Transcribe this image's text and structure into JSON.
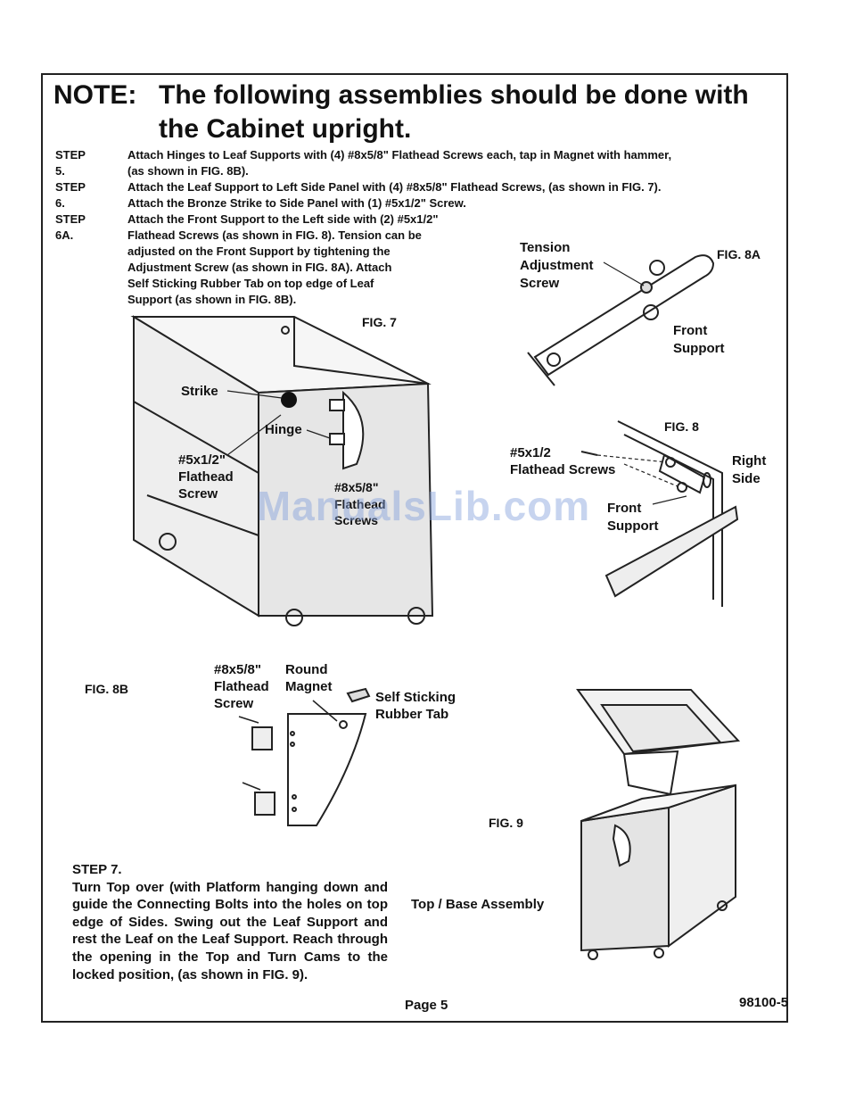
{
  "note": {
    "lead": "NOTE:",
    "line1": "The following assemblies should be done with",
    "line2": "the Cabinet upright."
  },
  "steps": [
    {
      "label": "STEP 5.",
      "lines": [
        "Attach Hinges to Leaf Supports with (4) #8x5/8\" Flathead Screws each, tap in Magnet with hammer,",
        "(as shown in FIG. 8B)."
      ]
    },
    {
      "label": "STEP 6.",
      "lines": [
        "Attach the Leaf Support to Left Side Panel with (4) #8x5/8\" Flathead Screws, (as shown in FIG. 7).",
        "Attach the Bronze Strike to Side Panel with (1) #5x1/2\" Screw."
      ]
    },
    {
      "label": "STEP 6A.",
      "lines": [
        "Attach the Front Support to the Left side with (2) #5x1/2\"",
        "Flathead Screws (as shown in FIG. 8). Tension can be",
        "adjusted on the Front Support by tightening the",
        "Adjustment Screw (as shown in FIG. 8A). Attach",
        "Self Sticking Rubber Tab on top edge of Leaf",
        "Support (as shown in FIG. 8B)."
      ]
    }
  ],
  "fig7": {
    "title": "FIG. 7",
    "strike": "Strike",
    "hinge": "Hinge",
    "screw_a": [
      "#5x1/2\"",
      "Flathead",
      "Screw"
    ],
    "screw_b": [
      "#8x5/8\"",
      "Flathead",
      "Screws"
    ]
  },
  "fig8a": {
    "title": "FIG. 8A",
    "tension": [
      "Tension",
      "Adjustment",
      "Screw"
    ],
    "front": [
      "Front",
      "Support"
    ]
  },
  "fig8": {
    "title": "FIG. 8",
    "screws": [
      "#5x1/2",
      "Flathead Screws"
    ],
    "right": [
      "Right",
      "Side"
    ],
    "front": [
      "Front",
      "Support"
    ]
  },
  "fig8b": {
    "title": "FIG. 8B",
    "screw": [
      "#8x5/8\"",
      "Flathead",
      "Screw"
    ],
    "magnet": [
      "Round",
      "Magnet"
    ],
    "tab": [
      "Self Sticking",
      "Rubber Tab"
    ]
  },
  "fig9": {
    "title": "FIG. 9",
    "caption": "Top / Base Assembly"
  },
  "step7": {
    "label": "STEP 7.",
    "text": "Turn Top over (with Platform hanging down and guide the Connecting Bolts into the holes on top edge of Sides. Swing out the Leaf Support and rest the Leaf on the Leaf Support. Reach through the opening in the Top and Turn Cams to the locked position, (as shown in FIG. 9)."
  },
  "footer": {
    "page": "Page 5",
    "code": "98100-5"
  },
  "watermark": "ManualsLib.com"
}
